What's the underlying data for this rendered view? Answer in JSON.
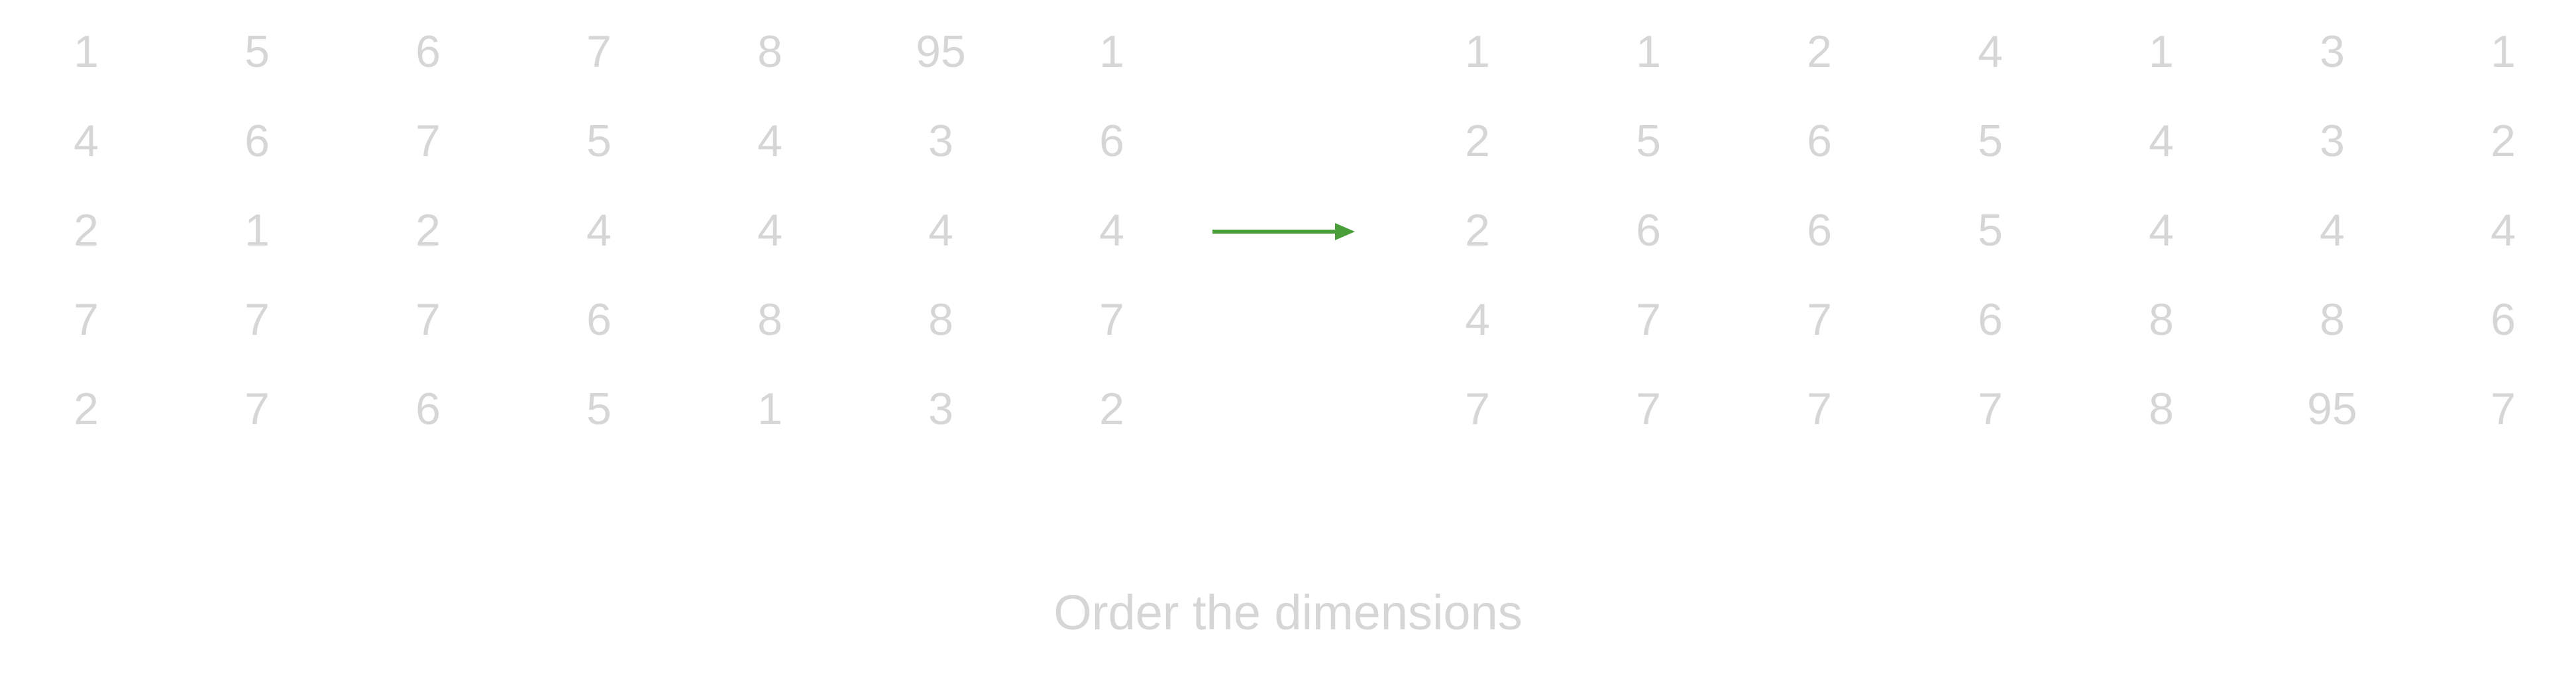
{
  "before": {
    "rows": [
      [
        "1",
        "5",
        "6",
        "7",
        "8",
        "95",
        "1"
      ],
      [
        "4",
        "6",
        "7",
        "5",
        "4",
        "3",
        "6"
      ],
      [
        "2",
        "1",
        "2",
        "4",
        "4",
        "4",
        "4"
      ],
      [
        "7",
        "7",
        "7",
        "6",
        "8",
        "8",
        "7"
      ],
      [
        "2",
        "7",
        "6",
        "5",
        "1",
        "3",
        "2"
      ]
    ]
  },
  "after": {
    "rows": [
      [
        "1",
        "1",
        "2",
        "4",
        "1",
        "3",
        "1"
      ],
      [
        "2",
        "5",
        "6",
        "5",
        "4",
        "3",
        "2"
      ],
      [
        "2",
        "6",
        "6",
        "5",
        "4",
        "4",
        "4"
      ],
      [
        "4",
        "7",
        "7",
        "6",
        "8",
        "8",
        "6"
      ],
      [
        "7",
        "7",
        "7",
        "7",
        "8",
        "95",
        "7"
      ]
    ]
  },
  "caption": "Order the dimensions",
  "colors": {
    "number_text": "#d6d6d6",
    "arrow": "#4a9e3a",
    "caption_text": "#d6d6d6"
  },
  "icons": {
    "arrow": "right-arrow-icon"
  }
}
